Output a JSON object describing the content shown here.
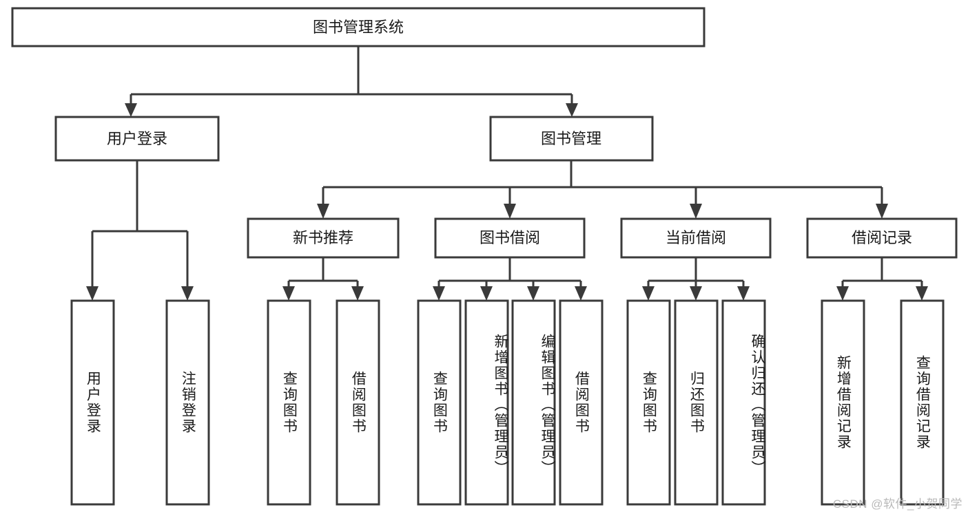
{
  "diagram": {
    "type": "tree",
    "title": "图书管理系统",
    "watermark": "CSDN @软件_小贺同学",
    "colors": {
      "stroke": "#3a3a3a",
      "box_fill": "#ffffff",
      "text": "#1a1a1a",
      "watermark": "#b9b9b9",
      "background": "#ffffff"
    },
    "root": {
      "label": "图书管理系统"
    },
    "level1": [
      {
        "label": "用户登录"
      },
      {
        "label": "图书管理"
      }
    ],
    "level2": [
      {
        "label": "新书推荐"
      },
      {
        "label": "图书借阅"
      },
      {
        "label": "当前借阅"
      },
      {
        "label": "借阅记录"
      }
    ],
    "leaves": {
      "user_login": [
        {
          "label": "用户登录"
        },
        {
          "label": "注销登录"
        }
      ],
      "new_book_recommend": [
        {
          "label": "查询图书"
        },
        {
          "label": "借阅图书"
        }
      ],
      "book_borrow": [
        {
          "label": "查询图书"
        },
        {
          "label": "新增图书（管理员）"
        },
        {
          "label": "编辑图书（管理员）"
        },
        {
          "label": "借阅图书"
        }
      ],
      "current_borrow": [
        {
          "label": "查询图书"
        },
        {
          "label": "归还图书"
        },
        {
          "label": "确认归还（管理员）"
        }
      ],
      "borrow_records": [
        {
          "label": "新增借阅记录"
        },
        {
          "label": "查询借阅记录"
        }
      ]
    }
  },
  "chart_data": {
    "type": "tree",
    "title": "图书管理系统",
    "nodes": [
      {
        "id": "root",
        "label": "图书管理系统",
        "level": 0,
        "parent": null
      },
      {
        "id": "n1",
        "label": "用户登录",
        "level": 1,
        "parent": "root"
      },
      {
        "id": "n2",
        "label": "图书管理",
        "level": 1,
        "parent": "root"
      },
      {
        "id": "n1a",
        "label": "用户登录",
        "level": 2,
        "parent": "n1"
      },
      {
        "id": "n1b",
        "label": "注销登录",
        "level": 2,
        "parent": "n1"
      },
      {
        "id": "n2a",
        "label": "新书推荐",
        "level": 2,
        "parent": "n2"
      },
      {
        "id": "n2b",
        "label": "图书借阅",
        "level": 2,
        "parent": "n2"
      },
      {
        "id": "n2c",
        "label": "当前借阅",
        "level": 2,
        "parent": "n2"
      },
      {
        "id": "n2d",
        "label": "借阅记录",
        "level": 2,
        "parent": "n2"
      },
      {
        "id": "n2a1",
        "label": "查询图书",
        "level": 3,
        "parent": "n2a"
      },
      {
        "id": "n2a2",
        "label": "借阅图书",
        "level": 3,
        "parent": "n2a"
      },
      {
        "id": "n2b1",
        "label": "查询图书",
        "level": 3,
        "parent": "n2b"
      },
      {
        "id": "n2b2",
        "label": "新增图书（管理员）",
        "level": 3,
        "parent": "n2b"
      },
      {
        "id": "n2b3",
        "label": "编辑图书（管理员）",
        "level": 3,
        "parent": "n2b"
      },
      {
        "id": "n2b4",
        "label": "借阅图书",
        "level": 3,
        "parent": "n2b"
      },
      {
        "id": "n2c1",
        "label": "查询图书",
        "level": 3,
        "parent": "n2c"
      },
      {
        "id": "n2c2",
        "label": "归还图书",
        "level": 3,
        "parent": "n2c"
      },
      {
        "id": "n2c3",
        "label": "确认归还（管理员）",
        "level": 3,
        "parent": "n2c"
      },
      {
        "id": "n2d1",
        "label": "新增借阅记录",
        "level": 3,
        "parent": "n2d"
      },
      {
        "id": "n2d2",
        "label": "查询借阅记录",
        "level": 3,
        "parent": "n2d"
      }
    ]
  }
}
